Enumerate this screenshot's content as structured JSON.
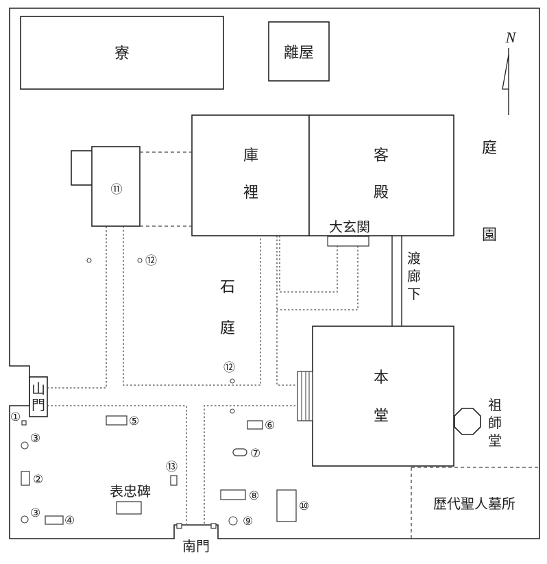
{
  "map": {
    "north_label": "N",
    "buildings": {
      "ryo": "寮",
      "hanareya": "離屋",
      "kuri_top": "庫",
      "kuri_bottom": "裡",
      "kyakuden_top": "客",
      "kyakuden_bottom": "殿",
      "daigenkan": "大玄関",
      "hondo_top": "本",
      "hondo_bottom": "堂",
      "soshido_1": "祖",
      "soshido_2": "師",
      "soshido_3": "堂",
      "sanmon_1": "山",
      "sanmon_2": "門",
      "nanmon": "南門"
    },
    "areas": {
      "teien_1": "庭",
      "teien_2": "園",
      "sekitei_1": "石",
      "sekitei_2": "庭",
      "watarirouka_1": "渡",
      "watarirouka_2": "廊",
      "watarirouka_3": "下",
      "hyochuhi": "表忠碑",
      "rekidai_bosho": "歴代聖人墓所"
    },
    "markers": {
      "m1": "①",
      "m2": "②",
      "m3a": "③",
      "m3b": "③",
      "m4": "④",
      "m5": "⑤",
      "m6": "⑥",
      "m7": "⑦",
      "m8": "⑧",
      "m9": "⑨",
      "m10": "⑩",
      "m11": "⑪",
      "m12a": "⑫",
      "m12b": "⑫",
      "m13": "⑬"
    }
  }
}
